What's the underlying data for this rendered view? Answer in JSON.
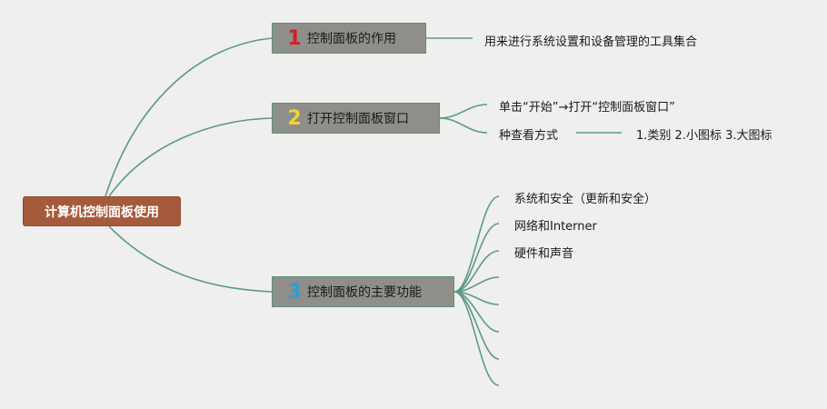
{
  "root": {
    "label": "计算机控制面板使用"
  },
  "branches": [
    {
      "number": "1",
      "number_color": "#d0202a",
      "label": "控制面板的作用",
      "leaves": [
        "用来进行系统设置和设备管理的工具集合"
      ]
    },
    {
      "number": "2",
      "number_color": "#f2d23a",
      "label": "打开控制面板窗口",
      "leaves": [
        "单击“开始”→打开“控制面板窗口”",
        "种查看方式"
      ],
      "sub_leaf": "1.类别 2.小图标 3.大图标"
    },
    {
      "number": "3",
      "number_color": "#2a9fd8",
      "label": "控制面板的主要功能",
      "leaves": [
        "系统和安全（更新和安全）",
        "网络和Interner",
        "硬件和声音",
        "",
        "",
        "",
        "",
        ""
      ]
    }
  ],
  "colors": {
    "connector": "#5b9a87"
  }
}
